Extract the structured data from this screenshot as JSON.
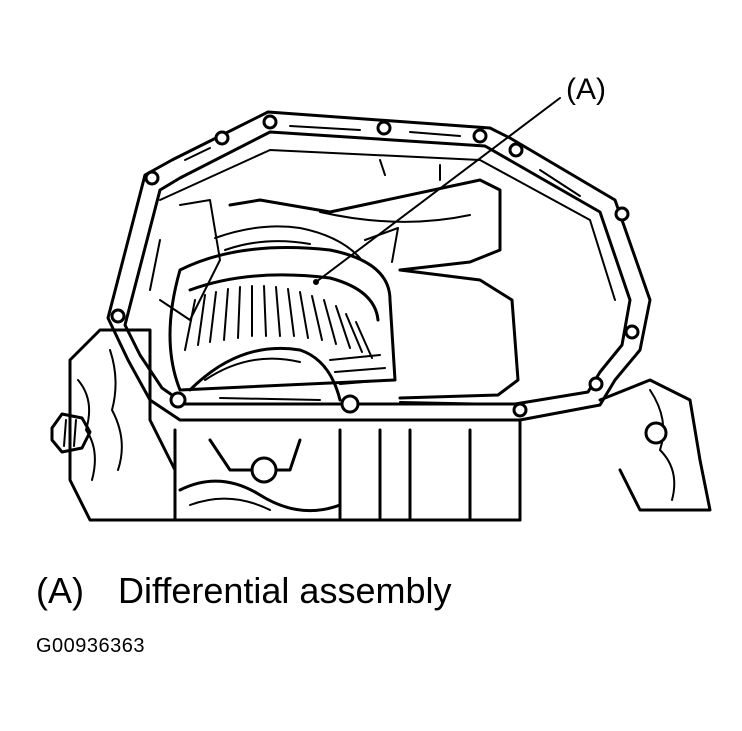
{
  "callout": {
    "marker": "(A)"
  },
  "legend": [
    {
      "key": "(A)",
      "text": "Differential assembly"
    }
  ],
  "figure_id": "G00936363"
}
